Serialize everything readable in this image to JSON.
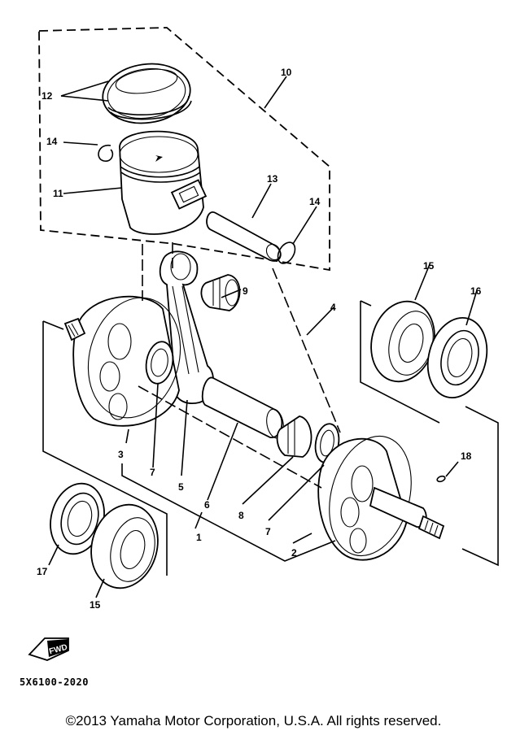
{
  "diagram": {
    "title": "Crankshaft / Piston exploded view",
    "callouts": {
      "c1": "1",
      "c2": "2",
      "c3": "3",
      "c4": "4",
      "c5": "5",
      "c6": "6",
      "c7a": "7",
      "c7b": "7",
      "c8": "8",
      "c9": "9",
      "c10": "10",
      "c11": "11",
      "c12": "12",
      "c13": "13",
      "c14a": "14",
      "c14b": "14",
      "c15a": "15",
      "c15b": "15",
      "c16": "16",
      "c17": "17",
      "c18": "18"
    },
    "fwd_label": "FWD"
  },
  "part_code": "5X6100-2020",
  "copyright": "©2013 Yamaha Motor Corporation, U.S.A. All rights reserved."
}
